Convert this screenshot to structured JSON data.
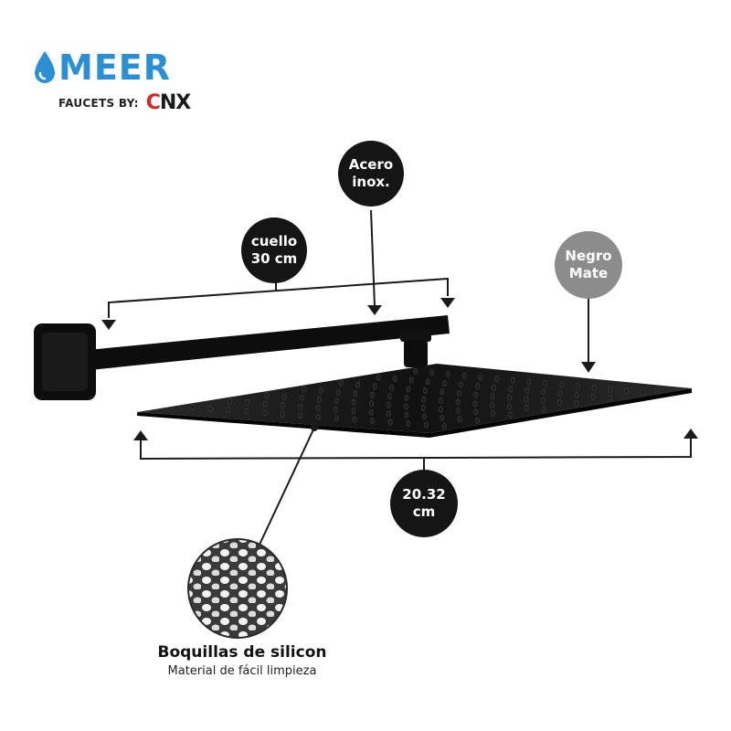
{
  "brand": {
    "name": "MEER",
    "tagline": "FAUCETS BY:",
    "partner_logo": "CNX",
    "primary_color": "#2b8fd6",
    "partner_accent": "#d9262b"
  },
  "callouts": {
    "neck": {
      "line1": "cuello",
      "line2": "30 cm"
    },
    "material": {
      "line1": "Acero",
      "line2": "inox."
    },
    "finish": {
      "line1": "Negro",
      "line2": "Mate"
    },
    "width": {
      "line1": "20.32",
      "line2": "cm"
    }
  },
  "nozzles": {
    "title": "Boquillas de silicon",
    "subtitle": "Material de fácil limpieza"
  },
  "icons": {
    "brand": "water-drop-icon",
    "detail": "nozzle-closeup-icon"
  },
  "colors": {
    "bubble_dark": "#151515",
    "bubble_grey": "#8c8c8c",
    "product": "#0d0d0d"
  }
}
